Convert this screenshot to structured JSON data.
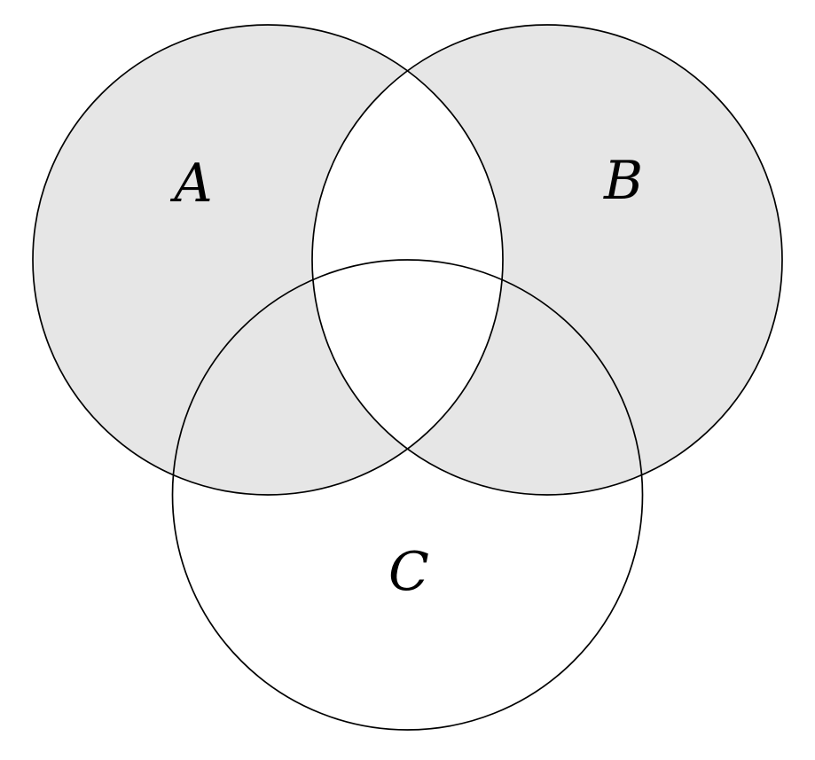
{
  "diagram": {
    "type": "venn-3-set",
    "background_color": "#ffffff",
    "stroke_color": "#000000",
    "shade_color": "#e6e6e6",
    "sets": [
      {
        "label": "A",
        "shaded_outside_overlap": true
      },
      {
        "label": "B",
        "shaded_outside_overlap": true
      },
      {
        "label": "C",
        "shaded_outside_overlap": false
      }
    ],
    "shaded_expression": "symmetric difference of A and B",
    "regions": {
      "A_only": "shaded",
      "B_only": "shaded",
      "A_and_B_only": "unshaded",
      "A_and_C_only": "shaded",
      "B_and_C_only": "shaded",
      "A_and_B_and_C": "unshaded",
      "C_only": "unshaded"
    }
  }
}
